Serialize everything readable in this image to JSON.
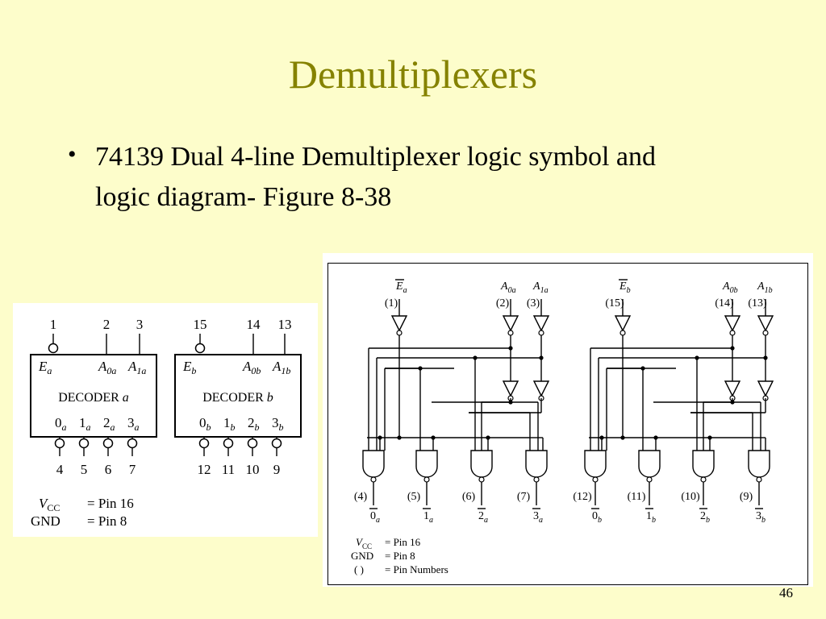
{
  "slide": {
    "title": "Demultiplexers",
    "bullet": "74139 Dual 4-line Demultiplexer logic symbol and logic diagram- Figure 8-38",
    "page_number": "46"
  },
  "logic_symbol": {
    "decoders": [
      {
        "top_pins": [
          "1",
          "2",
          "3"
        ],
        "input_labels": [
          "E",
          "A",
          "A"
        ],
        "input_subs": [
          "a",
          "0a",
          "1a"
        ],
        "name_main": "DECODER",
        "name_suffix": "a",
        "outputs": [
          "0",
          "1",
          "2",
          "3"
        ],
        "output_sub": "a",
        "bottom_pins": [
          "4",
          "5",
          "6",
          "7"
        ]
      },
      {
        "top_pins": [
          "15",
          "14",
          "13"
        ],
        "input_labels": [
          "E",
          "A",
          "A"
        ],
        "input_subs": [
          "b",
          "0b",
          "1b"
        ],
        "name_main": "DECODER",
        "name_suffix": "b",
        "outputs": [
          "0",
          "1",
          "2",
          "3"
        ],
        "output_sub": "b",
        "bottom_pins": [
          "12",
          "11",
          "10",
          "9"
        ]
      }
    ],
    "vcc_label": "V",
    "vcc_sub": "CC",
    "vcc_value": "= Pin 16",
    "gnd_label": "GND",
    "gnd_value": "= Pin 8"
  },
  "logic_diagram": {
    "halves": [
      {
        "input_labels": [
          "E",
          "A",
          "A"
        ],
        "input_subs": [
          "a",
          "0a",
          "1a"
        ],
        "input_pins": [
          "(1)",
          "(2)",
          "(3)"
        ],
        "gate_pins": [
          "(4)",
          "(5)",
          "(6)",
          "(7)"
        ],
        "outputs": [
          "0",
          "1",
          "2",
          "3"
        ],
        "output_sub": "a"
      },
      {
        "input_labels": [
          "E",
          "A",
          "A"
        ],
        "input_subs": [
          "b",
          "0b",
          "1b"
        ],
        "input_pins": [
          "(15)",
          "(14)",
          "(13)"
        ],
        "gate_pins": [
          "(12)",
          "(11)",
          "(10)",
          "(9)"
        ],
        "outputs": [
          "0",
          "1",
          "2",
          "3"
        ],
        "output_sub": "b"
      }
    ],
    "legend": [
      {
        "label": "V",
        "sub": "CC",
        "value": "= Pin 16"
      },
      {
        "label": "GND",
        "sub": "",
        "value": "= Pin 8"
      },
      {
        "label": "(    )",
        "sub": "",
        "value": "= Pin Numbers"
      }
    ]
  }
}
